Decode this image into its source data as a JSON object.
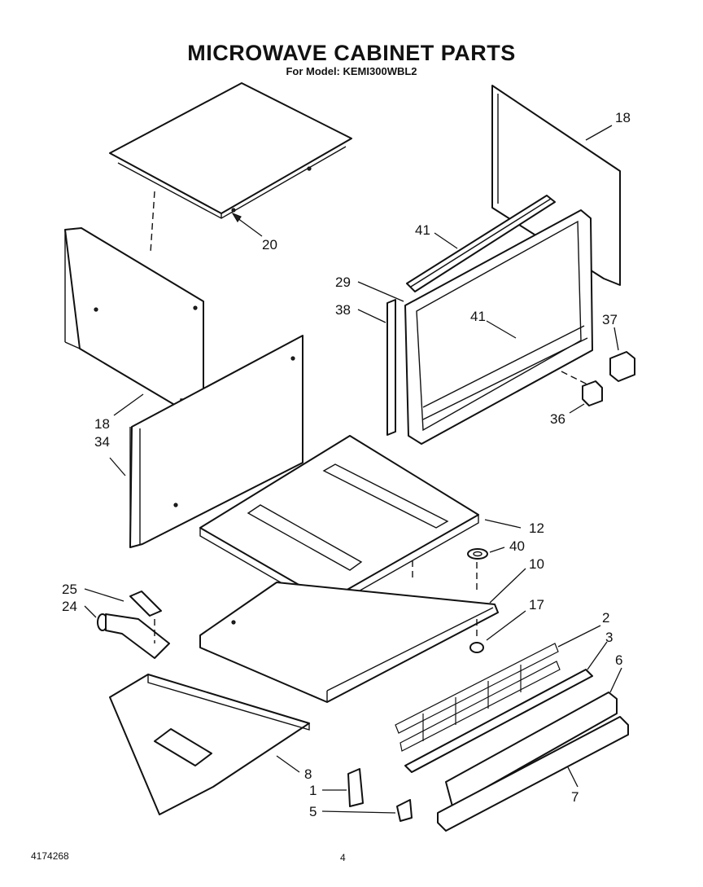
{
  "header": {
    "title": "MICROWAVE CABINET PARTS",
    "subtitle": "For Model: KEMI300WBL2"
  },
  "footer": {
    "doc_number": "4174268",
    "page_number": "4"
  },
  "callouts": [
    "18",
    "41",
    "20",
    "29",
    "38",
    "41",
    "37",
    "18",
    "34",
    "36",
    "12",
    "40",
    "10",
    "25",
    "24",
    "17",
    "2",
    "3",
    "6",
    "8",
    "1",
    "5",
    "7"
  ]
}
